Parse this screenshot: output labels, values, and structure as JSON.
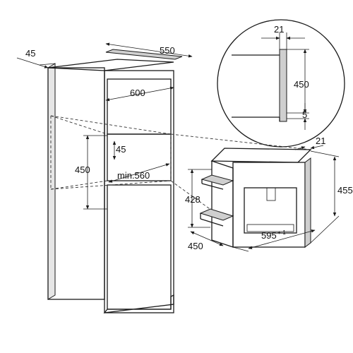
{
  "dimensions": {
    "cabinet_depth_panel": "45",
    "cabinet_depth": "550",
    "cabinet_width": "600",
    "niche_height": "450",
    "niche_top_gap": "45",
    "niche_min_depth": "min.560",
    "detail_panel_width": "21",
    "detail_height": "450",
    "detail_gap": "5",
    "appliance_panel_depth": "21",
    "appliance_height": "455",
    "appliance_body_height": "428",
    "appliance_depth": "450",
    "appliance_width": "595",
    "appliance_width_tolerance": "+-1"
  },
  "colors": {
    "line": "#1a1a1a",
    "panel_fill": "#cfcfcf"
  }
}
